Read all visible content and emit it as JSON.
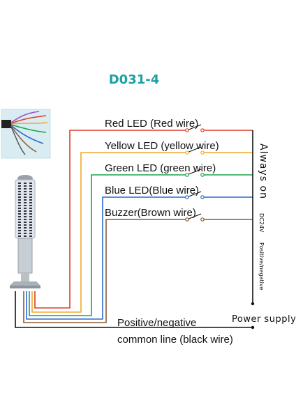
{
  "title": "D031-4",
  "colors": {
    "title": "#1aa0a6",
    "red": "#e23a2a",
    "yellow": "#f2a82a",
    "green": "#1aa34a",
    "blue": "#2a6ad1",
    "brown": "#8a5a30",
    "black": "#111111"
  },
  "channels": [
    {
      "label": "Red LED (Red wire)"
    },
    {
      "label": "Yellow LED (yellow wire)"
    },
    {
      "label": "Green LED (green wire)"
    },
    {
      "label": "Blue LED(Blue wire)"
    },
    {
      "label": "Buzzer(Brown wire)"
    }
  ],
  "right_labels": {
    "always_on": "Always on",
    "dc24v": "DC24V",
    "pos_neg": "Positive/negative",
    "power_supply": "Power supply"
  },
  "common_line": {
    "line1": "Positive/negative",
    "line2": "common line (black wire)"
  }
}
